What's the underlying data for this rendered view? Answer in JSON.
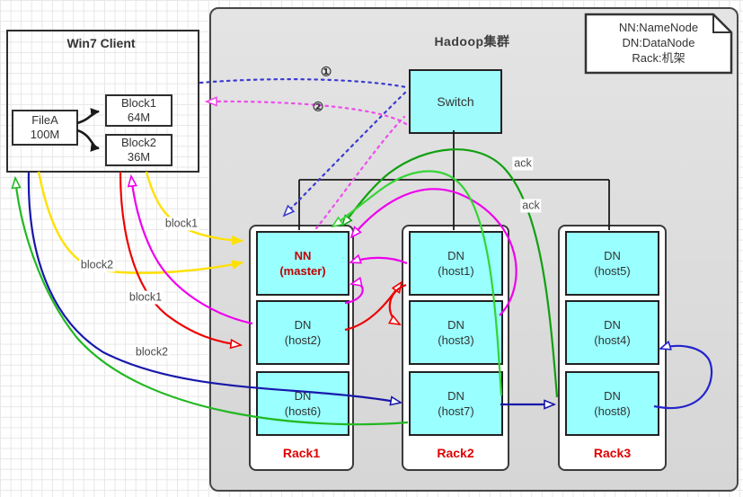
{
  "client": {
    "title": "Win7 Client",
    "file": {
      "line1": "FileA",
      "line2": "100M"
    },
    "block1": {
      "line1": "Block1",
      "line2": "64M"
    },
    "block2": {
      "line1": "Block2",
      "line2": "36M"
    }
  },
  "cluster": {
    "title": "Hadoop集群",
    "switch_label": "Switch"
  },
  "legend": {
    "line1": "NN:NameNode",
    "line2": "DN:DataNode",
    "line3": "Rack:机架"
  },
  "racks": [
    {
      "label": "Rack1",
      "nodes": [
        {
          "line1": "NN",
          "line2": "(master)"
        },
        {
          "line1": "DN",
          "line2": "(host2)"
        },
        {
          "line1": "DN",
          "line2": "(host6)"
        }
      ]
    },
    {
      "label": "Rack2",
      "nodes": [
        {
          "line1": "DN",
          "line2": "(host1)"
        },
        {
          "line1": "DN",
          "line2": "(host3)"
        },
        {
          "line1": "DN",
          "line2": "(host7)"
        }
      ]
    },
    {
      "label": "Rack3",
      "nodes": [
        {
          "line1": "DN",
          "line2": "(host5)"
        },
        {
          "line1": "DN",
          "line2": "(host4)"
        },
        {
          "line1": "DN",
          "line2": "(host8)"
        }
      ]
    }
  ],
  "edge_labels": {
    "step1": "①",
    "step2": "②",
    "ack1": "ack",
    "ack2": "ack",
    "block1_request": "block1",
    "block2_request": "block2",
    "block1_write": "block1",
    "block2_write": "block2"
  },
  "colors": {
    "node_fill": "#99ffff",
    "nn_text": "#c00000",
    "rack_label": "#e00000",
    "cluster_fill": "#dedede",
    "yellow": "#ffe000",
    "red": "#ee0000",
    "magenta": "#ee00ee",
    "pink_dotted": "#ed4ded",
    "blue_dotted": "#3b3bd1",
    "navy": "#1818aa",
    "blue_loop": "#2424cc",
    "green_dark": "#11a011",
    "green_light": "#35d435",
    "green_mid": "#22b822"
  }
}
